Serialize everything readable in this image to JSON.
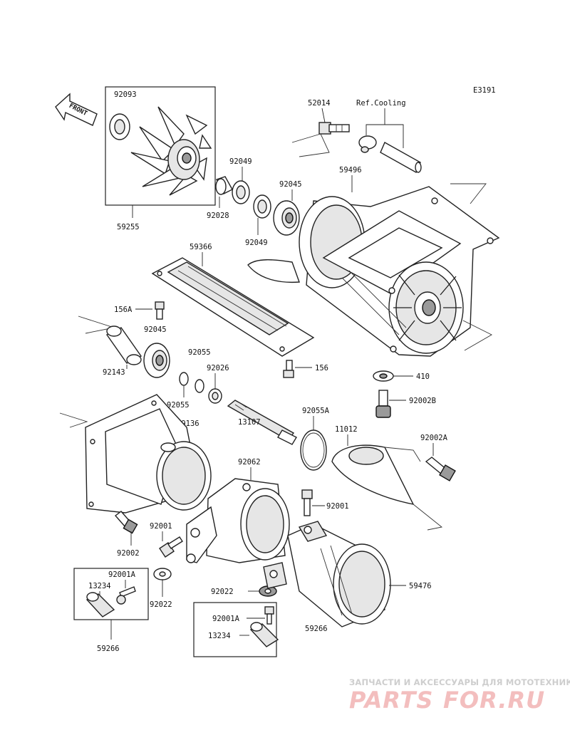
{
  "diagram_code": "E3191",
  "front_label": "FRONT",
  "ref_cooling": "Ref.Cooling",
  "part_numbers": {
    "p92093": "92093",
    "p59255": "59255",
    "p52014": "52014",
    "p92049_a": "92049",
    "p92045_a": "92045",
    "p59496": "59496",
    "p92028": "92028",
    "p92049_b": "92049",
    "p59366": "59366",
    "p156A": "156A",
    "p92045_b": "92045",
    "p92055_a": "92055",
    "p92026": "92026",
    "p92143": "92143",
    "p156": "156",
    "p410": "410",
    "p92055_b": "92055",
    "p92002B": "92002B",
    "p92055A": "92055A",
    "p59136": "59136",
    "p13107": "13107",
    "p11012": "11012",
    "p92002A": "92002A",
    "p92062": "92062",
    "p92001_a": "92001",
    "p92001_b": "92001",
    "p92002": "92002",
    "p92001A_a": "92001A",
    "p13234_a": "13234",
    "p92022_a": "92022",
    "p92022_b": "92022",
    "p59476": "59476",
    "p92001A_b": "92001A",
    "p13234_b": "13234",
    "p59266_a": "59266",
    "p59266_b": "59266"
  },
  "watermark": {
    "subtitle": "ЗАПЧАСТИ И АКСЕССУАРЫ ДЛЯ МОТОТЕХНИКИ",
    "brand_left": "PARTS",
    "brand_right": "FOR.RU",
    "color_red": "#f2b8b8",
    "color_gray": "#d4d4d4"
  }
}
